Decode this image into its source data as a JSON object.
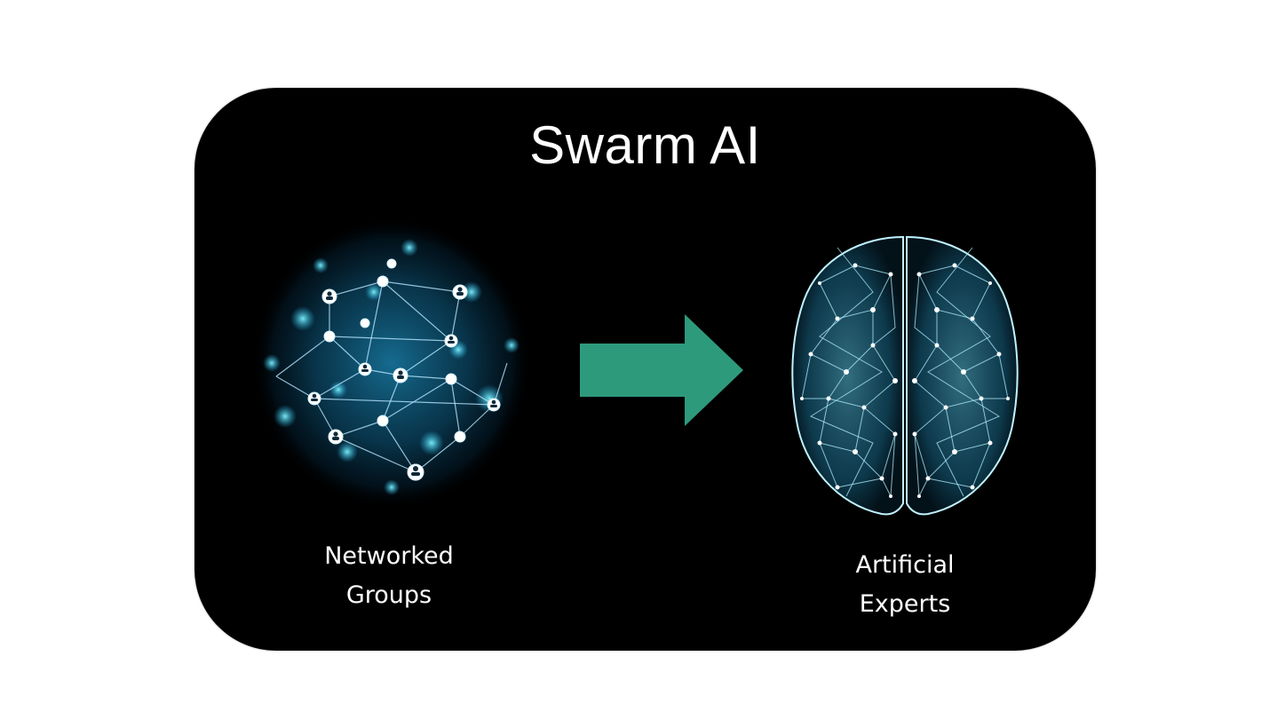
{
  "title": "Swarm AI",
  "left": {
    "caption_line1": "Networked",
    "caption_line2": "Groups",
    "icon": "networked-groups-icon"
  },
  "right": {
    "caption_line1": "Artificial",
    "caption_line2": "Experts",
    "icon": "brain-network-icon"
  },
  "arrow": {
    "icon": "right-arrow-icon",
    "color": "#2e9a7c"
  },
  "colors": {
    "panel": "#000000",
    "text": "#ffffff",
    "network_glow": "#1fb4e6",
    "brain_glow": "#8fe6ff"
  }
}
